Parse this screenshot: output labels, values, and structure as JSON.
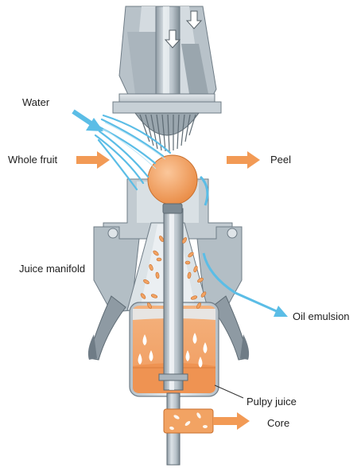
{
  "labels": {
    "water": "Water",
    "whole_fruit": "Whole fruit",
    "peel": "Peel",
    "juice_manifold": "Juice manifold",
    "oil_emulsion": "Oil emulsion",
    "pulpy_juice": "Pulpy juice",
    "core": "Core"
  },
  "colors": {
    "metal_light": "#cdd5db",
    "metal_mid": "#a9b4bc",
    "metal_dark": "#6f7c86",
    "orange": "#f0a062",
    "juice": "#f5b57f",
    "arrow_orange": "#f29a55",
    "water_blue": "#5bbde6"
  }
}
